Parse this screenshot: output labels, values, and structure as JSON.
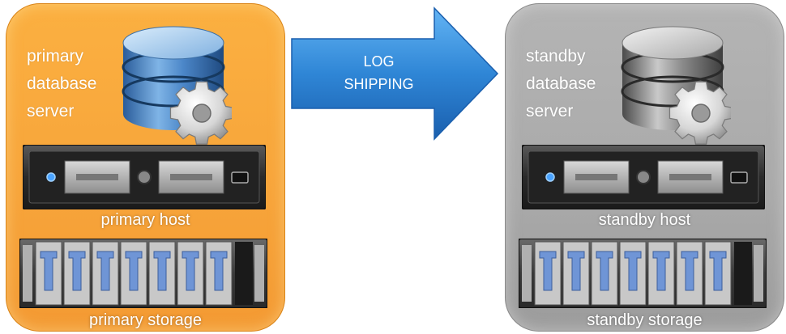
{
  "arrow": {
    "line1": "LOG",
    "line2": "SHIPPING"
  },
  "primary": {
    "label_lines": [
      "primary",
      "database",
      "server"
    ],
    "host_label": "primary host",
    "storage_label": "primary storage",
    "color": "#f7a43a"
  },
  "standby": {
    "label_lines": [
      "standby",
      "database",
      "server"
    ],
    "host_label": "standby host",
    "storage_label": "standby storage",
    "color": "#aaaaaa"
  },
  "icons": [
    "database-icon",
    "gear-icon",
    "server-rack-icon",
    "storage-array-icon",
    "right-arrow-icon"
  ]
}
